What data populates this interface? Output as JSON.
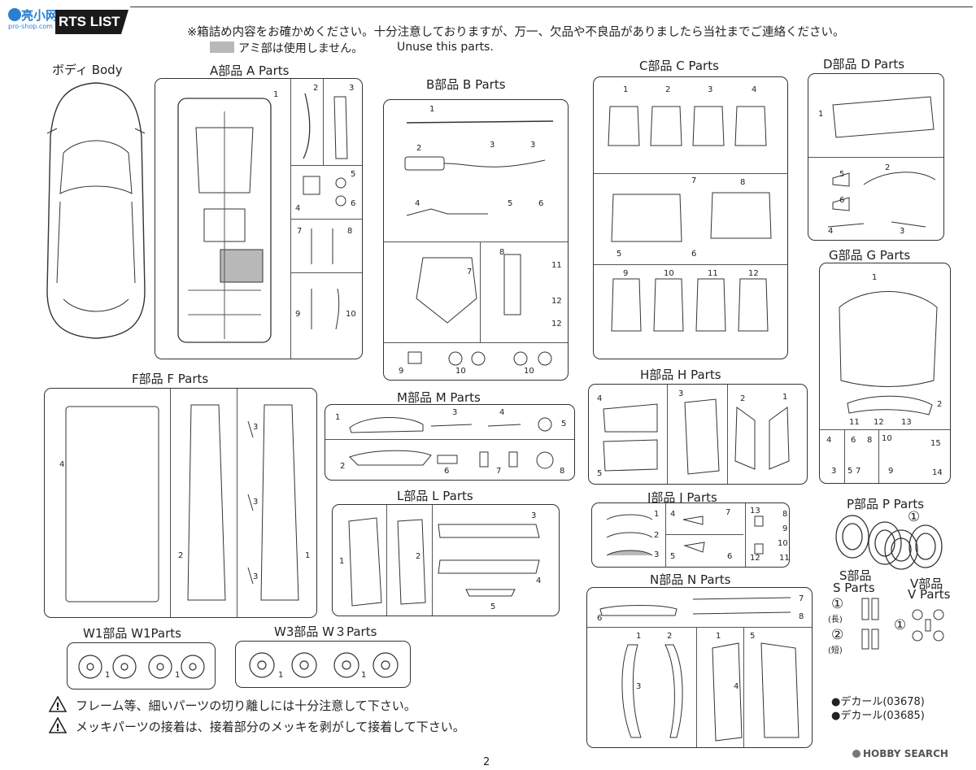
{
  "header": {
    "logo_text": "亮小网",
    "logo_sub": "pro-shop.com",
    "list_title": "RTS LIST",
    "caution": "※箱詰め内容をお確かめください。十分注意しておりますが、万一、欠品や不良品がありましたら当社までご連絡ください。",
    "unuse_jp": "アミ部は使用しません。",
    "unuse_en": "Unuse this parts."
  },
  "sections": {
    "body": "ボディ Body",
    "a": "A部品 A Parts",
    "b": "B部品 B Parts",
    "c": "C部品 C Parts",
    "d": "D部品 D Parts",
    "f": "F部品 F Parts",
    "m": "M部品 M Parts",
    "h": "H部品 H Parts",
    "g": "G部品 G Parts",
    "l": "L部品 L Parts",
    "j": "J部品 J Parts",
    "p": "P部品 P Parts",
    "n": "N部品 N Parts",
    "s_jp": "S部品",
    "s_en": "S Parts",
    "v_jp": "V部品",
    "v_en": "V Parts",
    "w1": "W1部品 W1Parts",
    "w3": "W3部品 W３Parts"
  },
  "s_labels": {
    "long": "(長)",
    "short": "(短)"
  },
  "p_num": "①",
  "s_num1": "①",
  "s_num2": "②",
  "v_num": "①",
  "warnings": [
    "フレーム等、細いパーツの切り離しには十分注意して下さい。",
    "メッキパーツの接着は、接着部分のメッキを剥がして接着して下さい。"
  ],
  "decals": [
    "●デカール(03678)",
    "●デカール(03685)"
  ],
  "watermark": "HOBBY SEARCH",
  "page_number": "2",
  "colors": {
    "line": "#333333",
    "shade": "#b8b8b8",
    "title_bg": "#1a1a1a"
  }
}
